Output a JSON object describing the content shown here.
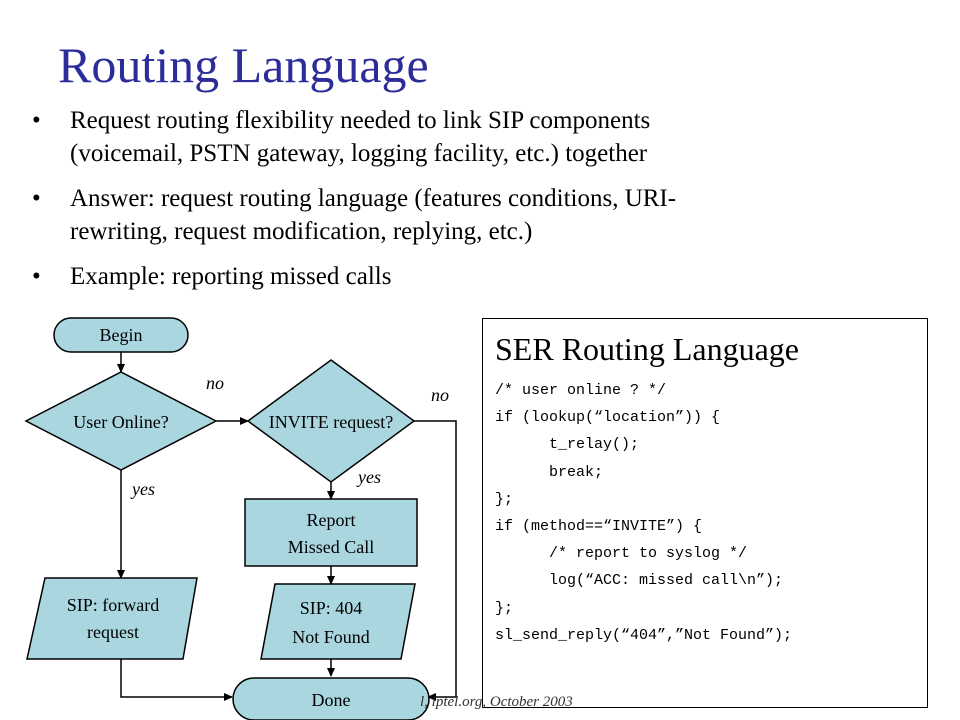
{
  "slide": {
    "title": "Routing Language",
    "bullets": [
      {
        "lines": [
          "Request routing flexibility needed to link SIP components",
          "(voicemail, PSTN gateway, logging facility, etc.) together"
        ]
      },
      {
        "lines": [
          "Answer: request routing language (features conditions, URI-",
          "rewriting, request modification, replying, etc.)"
        ]
      },
      {
        "lines": [
          "Example: reporting missed calls"
        ]
      }
    ],
    "bullet_glyph": "•",
    "footer": "l, iptel.org, October 2003"
  },
  "flowchart": {
    "begin": "Begin",
    "user_online": "User Online?",
    "invite_request": "INVITE request?",
    "report_line1": "Report",
    "report_line2": "Missed Call",
    "forward_line1": "SIP: forward",
    "forward_line2": "request",
    "notfound_line1": "SIP: 404",
    "notfound_line2": "Not Found",
    "done": "Done",
    "label_no_1": "no",
    "label_no_2": "no",
    "label_yes_1": "yes",
    "label_yes_2": "yes",
    "colors": {
      "shape_fill": "#a9d6df",
      "stroke": "#000000"
    }
  },
  "code_panel": {
    "title": "SER Routing Language",
    "lines": [
      "/* user online ? */",
      "if (lookup(“location”)) {",
      "      t_relay();",
      "      break;",
      "};",
      "if (method==“INVITE”) {",
      "      /* report to syslog */",
      "      log(“ACC: missed call\\n”);",
      "};",
      "sl_send_reply(“404”,”Not Found”);"
    ]
  }
}
